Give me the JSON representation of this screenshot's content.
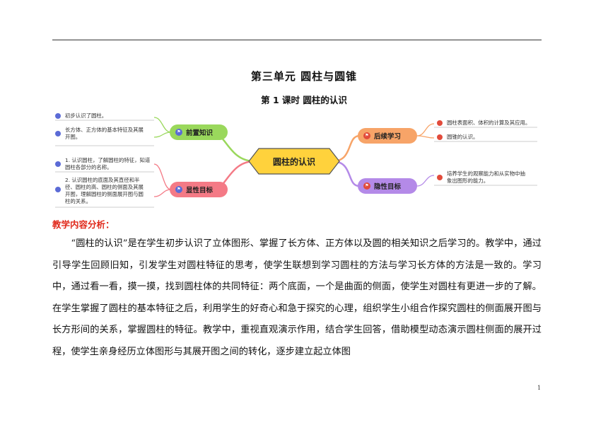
{
  "document": {
    "title": "第三单元  圆柱与圆锥",
    "subtitle": "第 1 课时  圆柱的认识",
    "section_heading": "教学内容分析：",
    "paragraph": "“圆柱的认识”是在学生初步认识了立体图形、掌握了长方体、正方体以及圆的相关知识之后学习的。教学中，通过引导学生回顾旧知，引发学生对圆柱特征的思考，使学生联想到学习圆柱的方法与学习长方体的方法是一致的。学习中，通过看一看，摸一摸，找到圆柱体的共同特征：两个底面，一个是曲面的侧面，使学生对圆柱有更进一步的了解。在学生掌握了圆柱的基本特征之后，利用学生的好奇心和急于探究的心理，组织学生小组合作探究圆柱的侧面展开图与长方形间的关系，掌握圆柱的特征。教学中，重视直观演示作用，结合学生回答，借助模型动态演示圆柱侧面的展开过程，使学生亲身经历立体图形与其展开图之间的转化，逐步建立起立体图",
    "page_number": "1"
  },
  "mindmap": {
    "center": "圆柱的认识",
    "branches": {
      "prior": {
        "label": "前置知识",
        "color": "#9ad85c",
        "icon_color": "#5b6bd6",
        "items": [
          "初步认识了圆柱。",
          "长方体、正方体的基本特征及其展开图。"
        ]
      },
      "explicit": {
        "label": "显性目标",
        "color": "#f47a86",
        "icon_color": "#5b6bd6",
        "items": [
          "1. 认识圆柱，了解圆柱的特征，知道圆柱各部分的名称。",
          "2. 认识圆柱的底面及其直径和半径、圆柱的高、圆柱的侧面及其展开图，理解圆柱的侧面展开图与圆柱的关系。"
        ]
      },
      "follow": {
        "label": "后续学习",
        "color": "#f7a468",
        "icon_color": "#e24b3b",
        "items": [
          "圆柱表面积、体积的计算及其应用。",
          "圆锥的认识。"
        ]
      },
      "implicit": {
        "label": "隐性目标",
        "color": "#b48ae8",
        "icon_color": "#e24b3b",
        "items": [
          "培养学生的观察能力和从实物中抽象出图形的能力。"
        ]
      }
    },
    "center_color": "#ffd23c"
  }
}
